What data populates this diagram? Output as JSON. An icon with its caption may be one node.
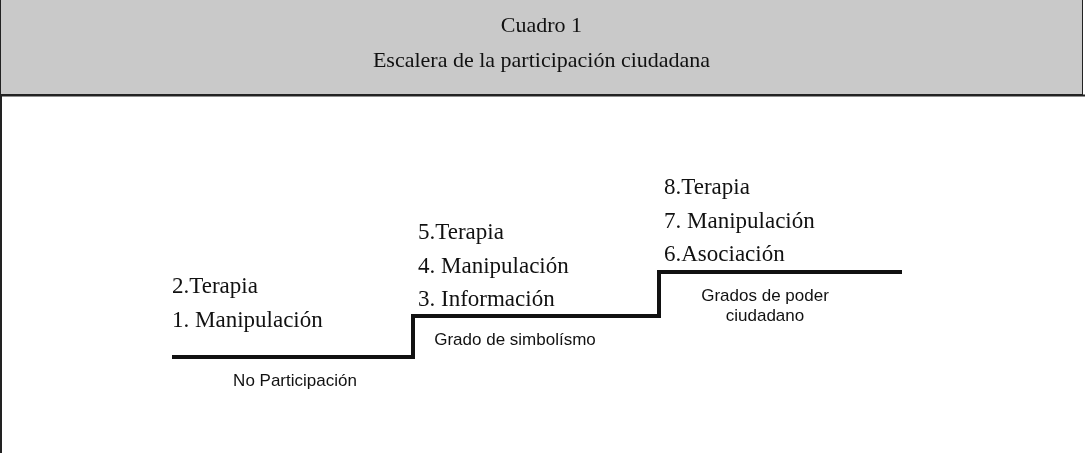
{
  "diagram": {
    "nodes": [
      {
        "text": [
          "Cuadro 1",
          "Escalera de la participación ciudadana"
        ]
      }
    ],
    "labels": [
      "2.Terapia",
      "1. Manipulación",
      "No Participación",
      "5.Terapia",
      "4. Manipulación",
      "3. Información",
      "Grado de simbolísmo",
      "8.Terapia",
      "7. Manipulación",
      "6.Asociación",
      "Grados de poder ciudadano"
    ]
  }
}
